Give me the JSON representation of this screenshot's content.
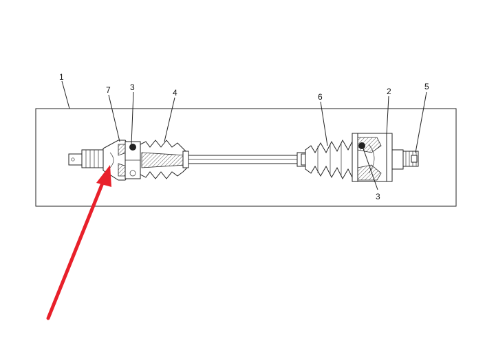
{
  "callouts": [
    {
      "id": "c1",
      "label": "1",
      "part": "frame"
    },
    {
      "id": "c7",
      "label": "7",
      "part": "outer-joint"
    },
    {
      "id": "c3a",
      "label": "3",
      "part": "left-joint-ball"
    },
    {
      "id": "c4",
      "label": "4",
      "part": "left-boot"
    },
    {
      "id": "c6",
      "label": "6",
      "part": "right-boot"
    },
    {
      "id": "c2",
      "label": "2",
      "part": "inner-joint-housing"
    },
    {
      "id": "c5",
      "label": "5",
      "part": "right-spline"
    },
    {
      "id": "c3b",
      "label": "3",
      "part": "right-joint-ball"
    }
  ],
  "arrow": {
    "color": "#e8202a",
    "target": "outer-joint"
  },
  "colors": {
    "line": "#222222",
    "background": "#ffffff"
  }
}
